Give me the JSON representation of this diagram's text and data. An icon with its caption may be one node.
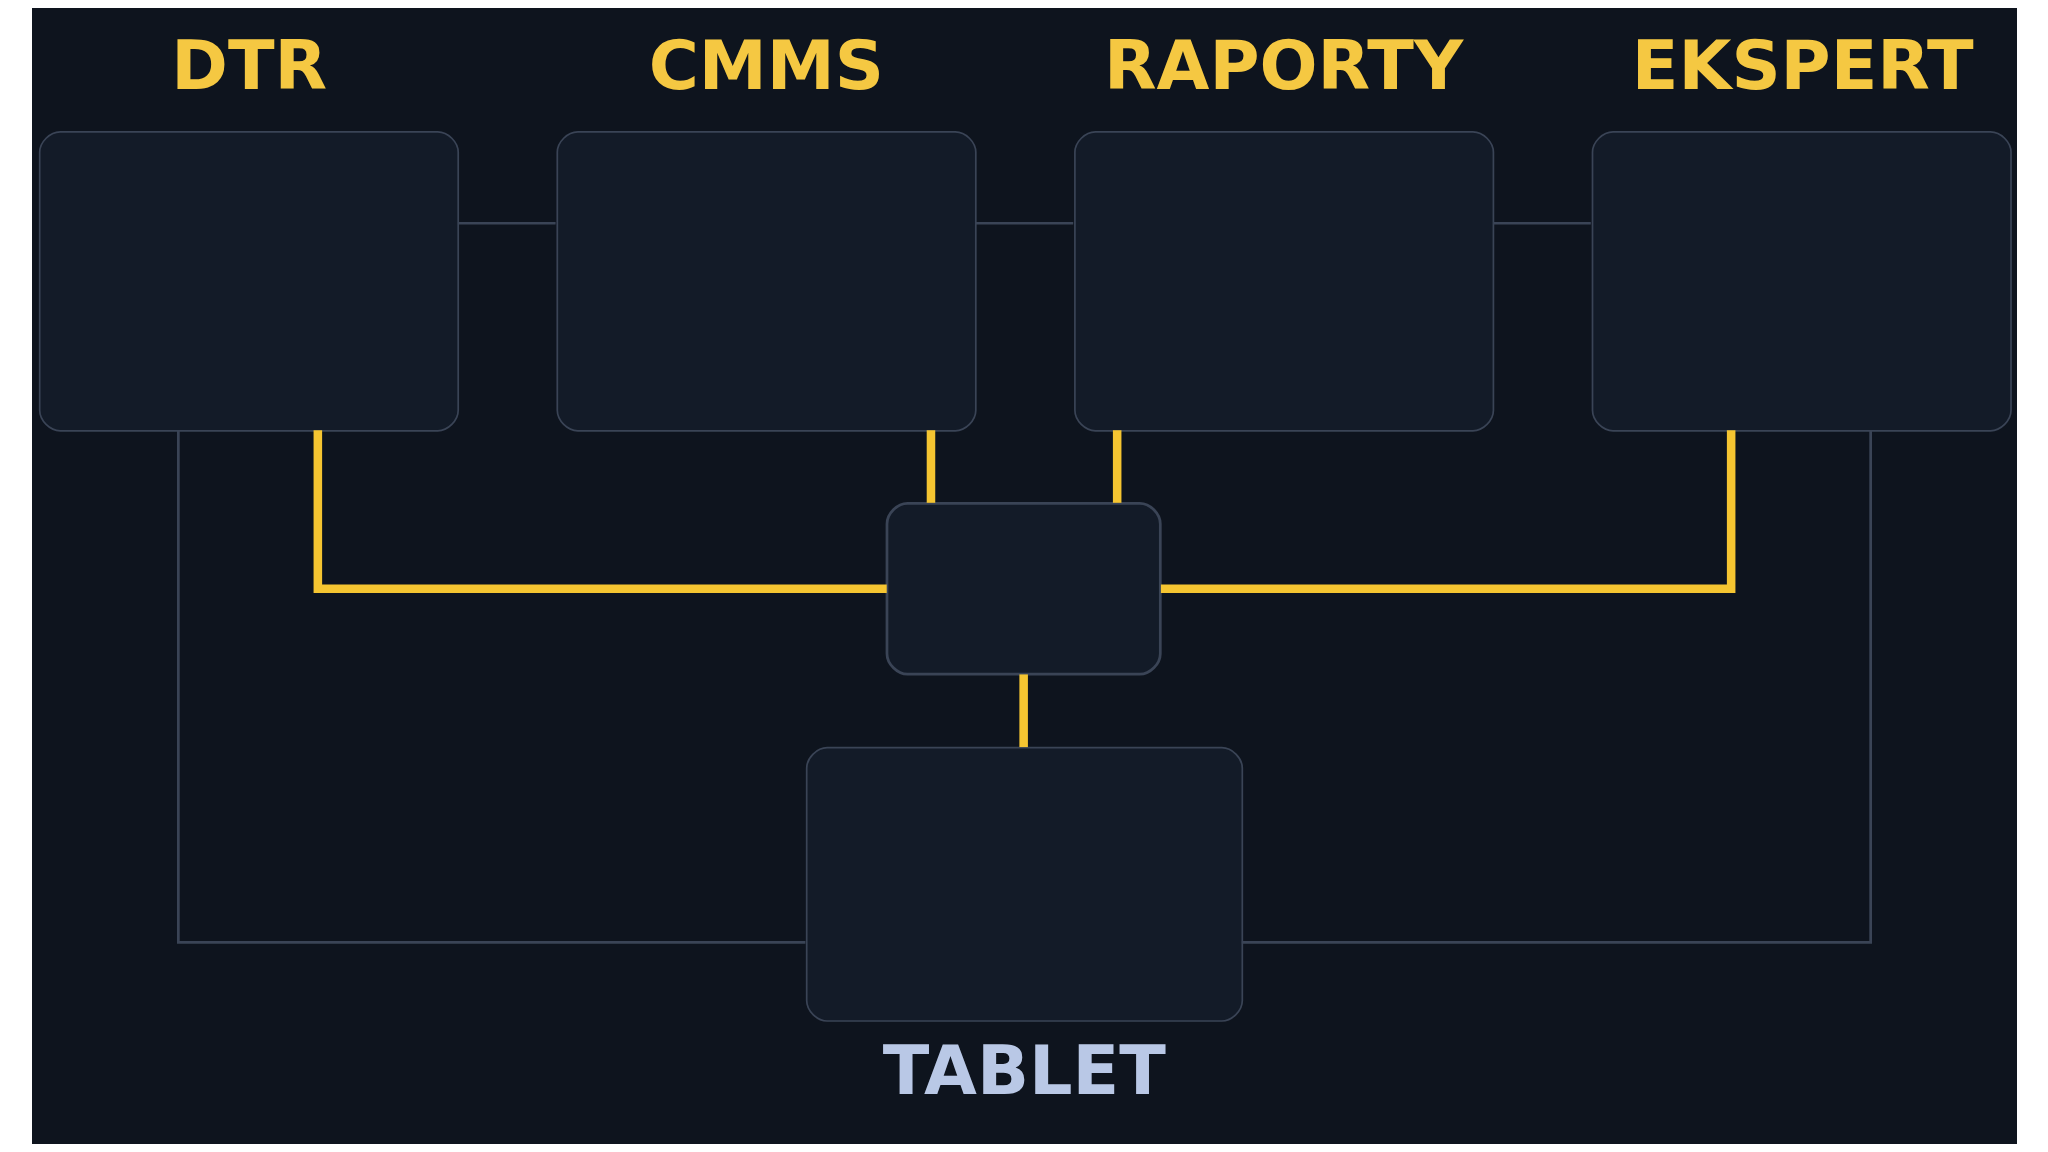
{
  "diagram": {
    "nodes": [
      {
        "text": [
          "DTR"
        ]
      },
      {
        "text": [
          "CMMS"
        ]
      },
      {
        "text": [
          "RAPORTY"
        ]
      },
      {
        "text": [
          "EKSPERT"
        ]
      },
      {
        "text": [],
        "shape": "box"
      },
      {
        "text": [
          "TABLET"
        ]
      }
    ],
    "edges": [
      {
        "from": 0,
        "to": 4,
        "arrow": "none",
        "style": "thick",
        "color": "#f5c531"
      },
      {
        "from": 1,
        "to": 4,
        "arrow": "none",
        "style": "thick",
        "color": "#f5c531"
      },
      {
        "from": 2,
        "to": 4,
        "arrow": "none",
        "style": "thick",
        "color": "#f5c531"
      },
      {
        "from": 3,
        "to": 4,
        "arrow": "none",
        "style": "thick",
        "color": "#f5c531"
      },
      {
        "from": 4,
        "to": 5,
        "arrow": "none",
        "style": "thick",
        "color": "#f5c531"
      },
      {
        "from": 0,
        "to": 1,
        "arrow": "none",
        "color": "#3a4456"
      },
      {
        "from": 1,
        "to": 2,
        "arrow": "none",
        "color": "#3a4456"
      },
      {
        "from": 2,
        "to": 3,
        "arrow": "none",
        "color": "#3a4456"
      },
      {
        "from": 0,
        "to": 5,
        "arrow": "none",
        "color": "#3a4456"
      },
      {
        "from": 3,
        "to": 5,
        "arrow": "none",
        "color": "#3a4456"
      }
    ]
  }
}
